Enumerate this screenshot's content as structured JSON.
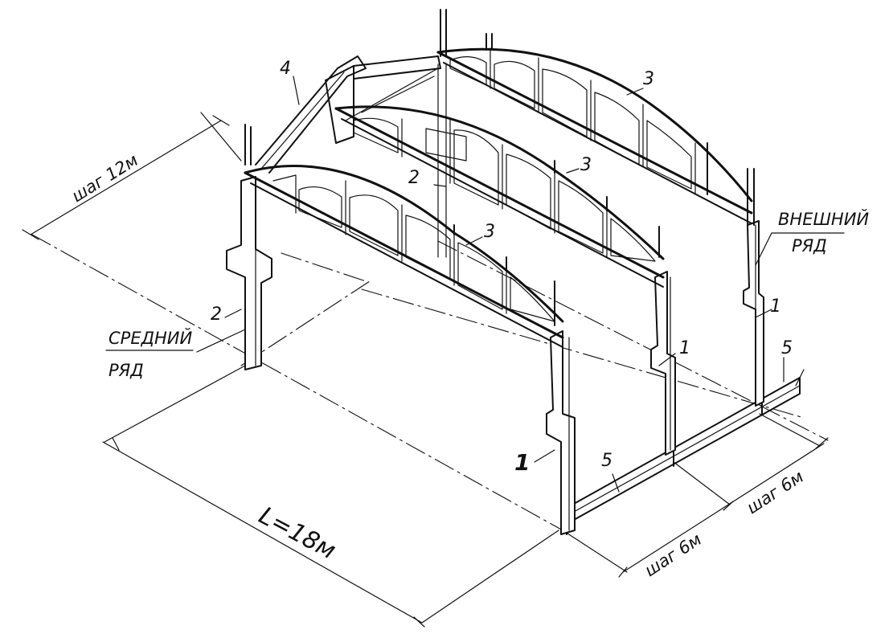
{
  "labels": {
    "step_12": "шаг 12м",
    "span": "L=18м",
    "step_6_front": "шаг 6м",
    "step_6_side": "шаг 6м",
    "middle_row_1": "СРЕДНИЙ",
    "middle_row_2": "РЯД",
    "outer_row_1": "ВНЕШНИЙ",
    "outer_row_2": "РЯД"
  },
  "callouts": {
    "n1_front": "1",
    "n1_mid": "1",
    "n1_right": "1",
    "n2_left": "2",
    "n2_center": "2",
    "n3_top": "3",
    "n3_mid": "3",
    "n3_front": "3",
    "n4": "4",
    "n5_front": "5",
    "n5_right": "5"
  }
}
